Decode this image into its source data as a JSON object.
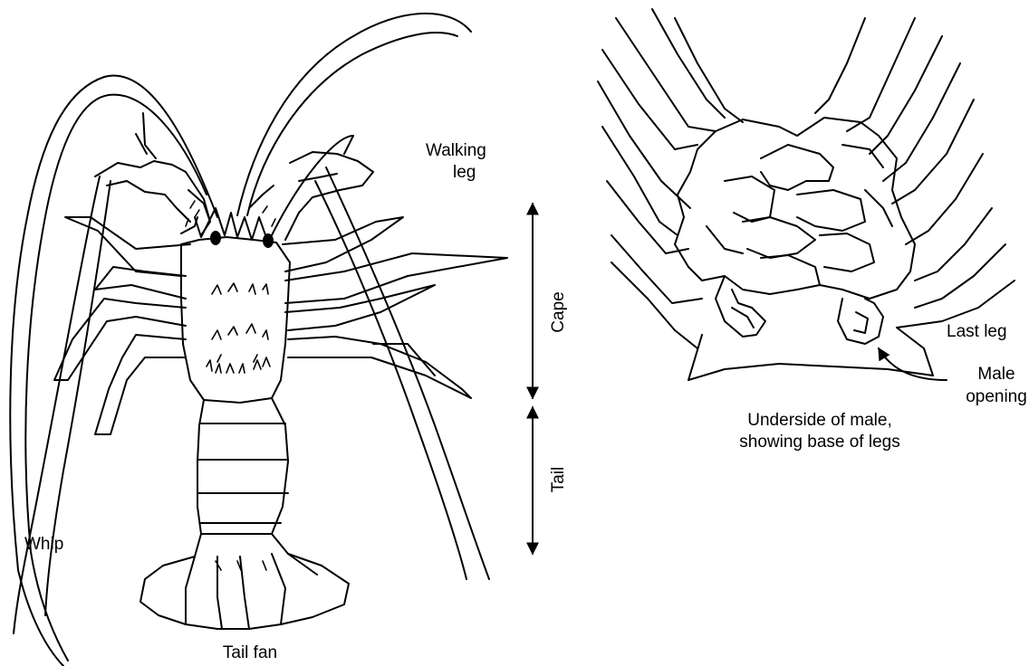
{
  "labels": {
    "walking_leg_line1": "Walking",
    "walking_leg_line2": "leg",
    "cape": "Cape",
    "tail": "Tail",
    "whip": "Whip",
    "tail_fan": "Tail fan",
    "last_leg": "Last leg",
    "male_opening_line1": "Male",
    "male_opening_line2": "opening",
    "underside_caption_line1": "Underside of male,",
    "underside_caption_line2": "showing base of legs"
  },
  "colors": {
    "line": "#000000",
    "background": "#ffffff"
  }
}
